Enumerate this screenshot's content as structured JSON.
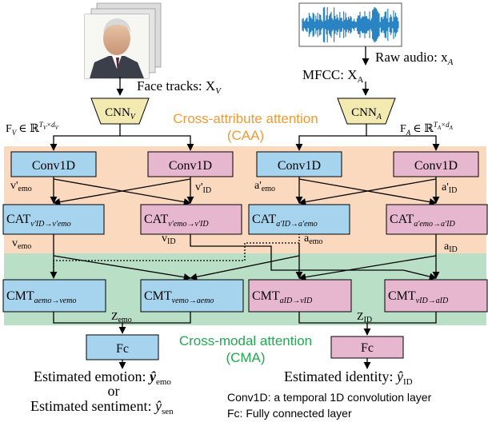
{
  "inputs": {
    "face_label": "Face tracks: X",
    "face_sub": "V",
    "audio_label": "Raw audio: x",
    "audio_sub": "A",
    "mfcc_label": "MFCC: X",
    "mfcc_sub": "A"
  },
  "cnn": {
    "visual_label": "CNN",
    "visual_sub": "V",
    "audio_label": "CNN",
    "audio_sub": "A",
    "feat_v": "F",
    "feat_v_sub": "V",
    "feat_v_space": "∈ ℝ",
    "feat_v_sup": "T",
    "feat_v_sup_sub": "V",
    "feat_v_sup2": "×d",
    "feat_v_sup2_sub": "V",
    "feat_a": "F",
    "feat_a_sub": "A",
    "feat_a_space": "∈ ℝ",
    "feat_a_sup": "T",
    "feat_a_sup_sub": "A",
    "feat_a_sup2": "×d",
    "feat_a_sup2_sub": "A"
  },
  "sections": {
    "caa_line1": "Cross-attribute attention",
    "caa_line2": "(CAA)",
    "cma_line1": "Cross-modal attention",
    "cma_line2": "(CMA)"
  },
  "conv": {
    "label": "Conv1D",
    "v_emo": "v'",
    "v_emo_sub": "emo",
    "v_id": "v'",
    "v_id_sub": "ID",
    "a_emo": "a'",
    "a_emo_sub": "emo",
    "a_id": "a'",
    "a_id_sub": "ID"
  },
  "cat": {
    "label": "CAT",
    "b1_sub": "v'ID→v'emo",
    "b2_sub": "v'emo→v'ID",
    "b3_sub": "a'ID→a'emo",
    "b4_sub": "a'emo→a'ID",
    "out_v_emo": "v",
    "out_v_emo_sub": "emo",
    "out_v_id": "v",
    "out_v_id_sub": "ID",
    "out_a_emo": "a",
    "out_a_emo_sub": "emo",
    "out_a_id": "a",
    "out_a_id_sub": "ID"
  },
  "cmt": {
    "label": "CMT",
    "b1_sub": "aemo→vemo",
    "b2_sub": "vemo→aemo",
    "b3_sub": "aID→vID",
    "b4_sub": "vID→aID",
    "z_emo": "Z",
    "z_emo_sub": "emo",
    "z_id": "Z",
    "z_id_sub": "ID"
  },
  "fc": {
    "left": "Fc",
    "right": "Fc"
  },
  "outputs": {
    "emotion": "Estimated emotion: ",
    "emotion_sym": "ŷ",
    "emotion_sub": "emo",
    "or": "or",
    "sentiment": "Estimated sentiment: ",
    "sentiment_sym": "ŷ",
    "sentiment_sub": "sen",
    "identity": "Estimated identity: ",
    "identity_sym": "ŷ",
    "identity_sub": "ID"
  },
  "legend": {
    "conv": "Conv1D: a temporal 1D convolution layer",
    "fc": "Fc: Fully connected layer"
  },
  "colors": {
    "caa_band": "#fad9be",
    "cma_band": "#b9dfc6",
    "blue_box": "#a6d4ee",
    "pink_box": "#e7b6cf",
    "cnn_fill": "#f2eab1",
    "caa_text": "#f39a36",
    "cma_text": "#22a851",
    "waveform": "#2a84c4"
  }
}
